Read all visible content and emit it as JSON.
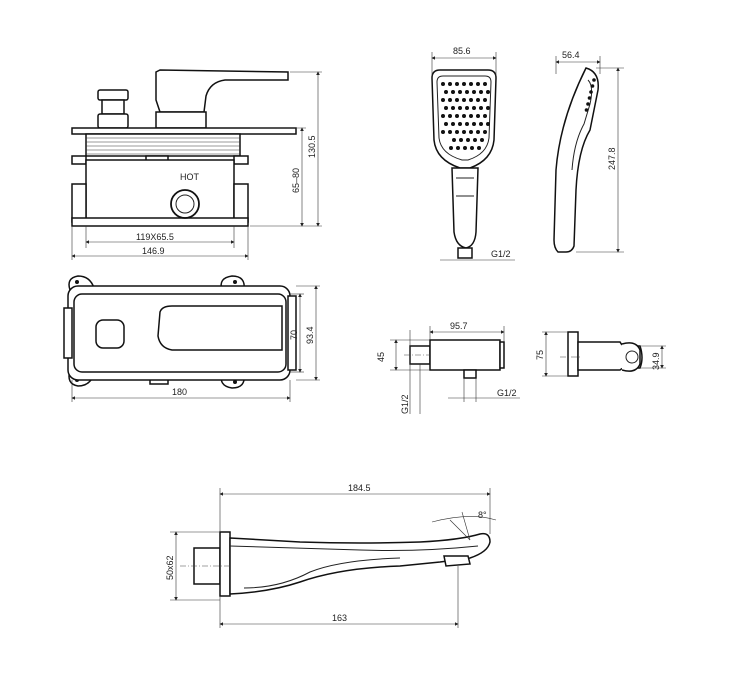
{
  "mixer_front": {
    "label_hot": "HOT",
    "dim_height_total": "130.5",
    "dim_depth_range": "65–80",
    "dim_box": "119X65.5",
    "dim_width": "146.9"
  },
  "hand_shower": {
    "dim_width": "85.6",
    "dim_depth": "56.4",
    "dim_length": "247.8",
    "thread": "G1/2"
  },
  "mixer_plate": {
    "dim_width": "180",
    "dim_height_inner": "70",
    "dim_height_outer": "93.4"
  },
  "wall_outlet": {
    "dim_length": "95.7",
    "dim_height": "45",
    "thread_bottom": "G1/2",
    "thread_side": "G1/2"
  },
  "shower_holder": {
    "dim_height": "75",
    "dim_diameter": "34.9"
  },
  "spout": {
    "dim_length_total": "184.5",
    "dim_angle": "8°",
    "dim_plate": "50x62",
    "dim_length_projection": "163"
  },
  "colors": {
    "line": "#222222",
    "background": "#ffffff"
  }
}
